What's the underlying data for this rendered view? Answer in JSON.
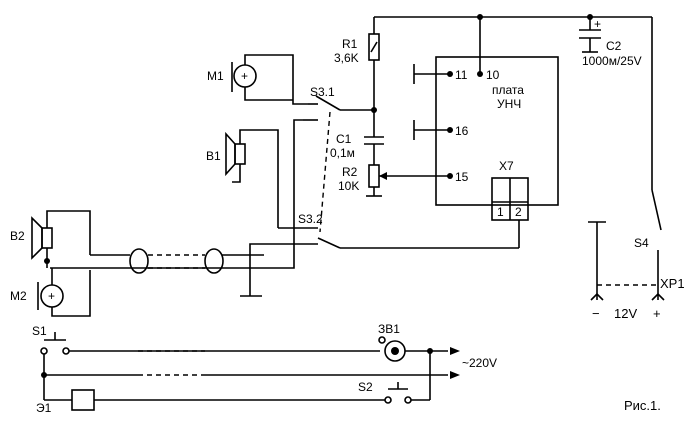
{
  "labels": {
    "m1": "M1",
    "b1": "B1",
    "b2": "B2",
    "m2": "M2",
    "s31": "S3.1",
    "s32": "S3.2",
    "r1_name": "R1",
    "r1_value": "3,6K",
    "c1_name": "C1",
    "c1_value": "0,1м",
    "r2_name": "R2",
    "r2_value": "10K",
    "c2_name": "C2",
    "c2_value": "1000м/25V",
    "board_line1": "плата",
    "board_line2": "УНЧ",
    "pin11": "11",
    "pin10": "10",
    "pin16": "16",
    "pin15": "15",
    "x7": "X7",
    "x7_pin1": "1",
    "x7_pin2": "2",
    "s4": "S4",
    "xp1": "XP1",
    "minus": "−",
    "plus": "+",
    "voltage12": "12V",
    "s1": "S1",
    "s2": "S2",
    "zv1": "ЗВ1",
    "e1": "Э1",
    "mains": "~220V",
    "figure": "Рис.1.",
    "plus_small": "+"
  }
}
